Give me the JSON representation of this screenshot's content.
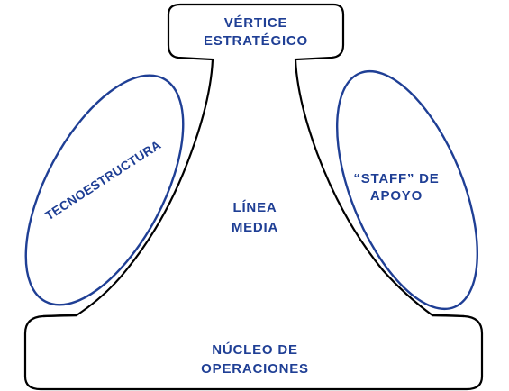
{
  "diagram": {
    "apex": {
      "line1": "VÉRTICE",
      "line2": "ESTRATÉGICO"
    },
    "technostructure": {
      "label": "TECNOESTRUCTURA"
    },
    "middle_line": {
      "line1": "LÍNEA",
      "line2": "MEDIA"
    },
    "support_staff": {
      "line1": "“STAFF” DE",
      "line2": "APOYO"
    },
    "operating_core": {
      "line1": "NÚCLEO DE",
      "line2": "OPERACIONES"
    },
    "colors": {
      "label": "#1f3f95",
      "outline": "#000000",
      "ellipse": "#1f3f95"
    }
  }
}
